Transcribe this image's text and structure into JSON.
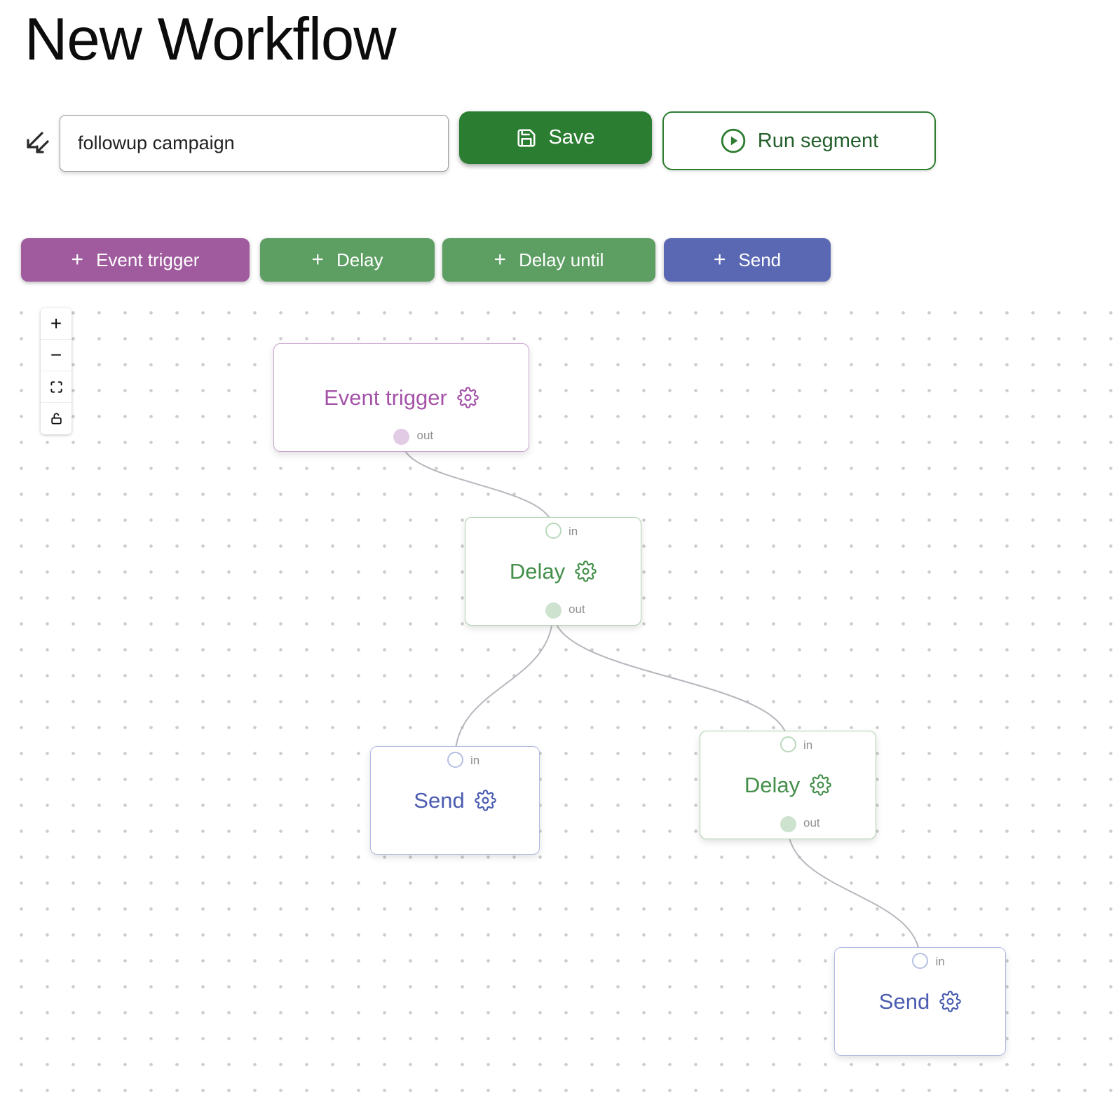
{
  "header": {
    "title": "New Workflow"
  },
  "toolbar": {
    "name_input": {
      "value": "followup campaign"
    },
    "save": {
      "label": "Save"
    },
    "run": {
      "label": "Run segment"
    }
  },
  "icons": {
    "plus": "+",
    "zoom_in": "+",
    "zoom_out": "−"
  },
  "palette": {
    "items": [
      {
        "label": "Event trigger",
        "color": "#a05a9e"
      },
      {
        "label": "Delay",
        "color": "#5d9e62"
      },
      {
        "label": "Delay until",
        "color": "#5d9e62"
      },
      {
        "label": "Send",
        "color": "#5a68b4"
      }
    ]
  },
  "canvas": {
    "nodes": [
      {
        "type": "event-trigger",
        "label": "Event trigger",
        "out_label": "out",
        "color": "#a352a8"
      },
      {
        "type": "delay",
        "label": "Delay",
        "in_label": "in",
        "out_label": "out",
        "color": "#44904a"
      },
      {
        "type": "send",
        "label": "Send",
        "in_label": "in",
        "color": "#4a5cb0"
      },
      {
        "type": "delay",
        "label": "Delay",
        "in_label": "in",
        "out_label": "out",
        "color": "#44904a"
      },
      {
        "type": "send",
        "label": "Send",
        "in_label": "in",
        "color": "#4a5cb0"
      }
    ],
    "edges": [
      {
        "from": "event-trigger.out",
        "to": "delay-1.in"
      },
      {
        "from": "delay-1.out",
        "to": "send-1.in"
      },
      {
        "from": "delay-1.out",
        "to": "delay-2.in"
      },
      {
        "from": "delay-2.out",
        "to": "send-2.in"
      }
    ]
  },
  "colors": {
    "save_button": "#2b7d31",
    "run_button_border": "#2e7d32",
    "event_trigger": "#a05a9e",
    "delay": "#5d9e62",
    "send": "#5a68b4",
    "edge": "#b8b6bd",
    "canvas_dot": "#cccccc"
  }
}
